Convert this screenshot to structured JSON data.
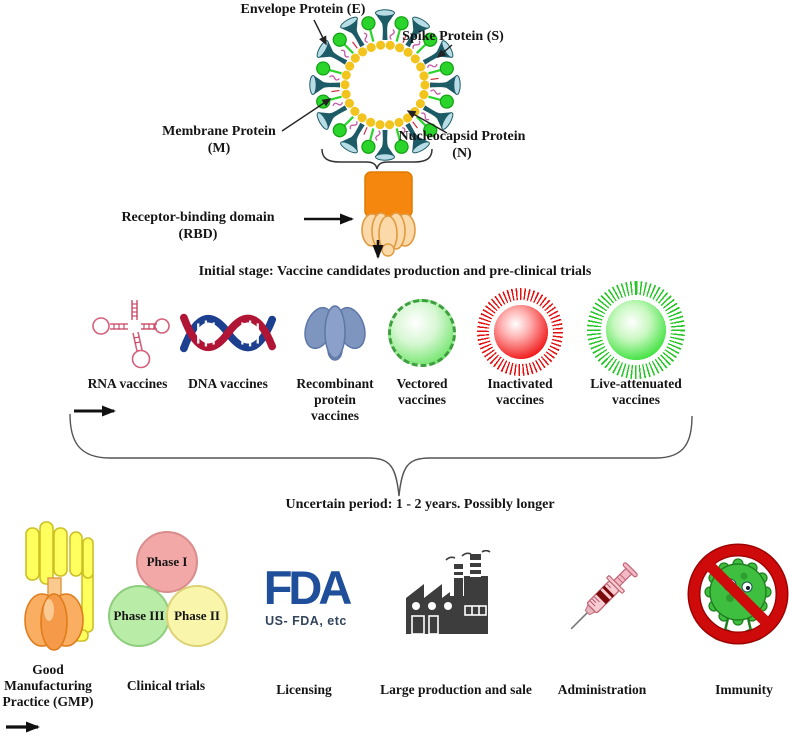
{
  "figure": {
    "virus_labels": {
      "envelope": "Envelope Protein (E)",
      "spike": "Spike Protein (S)",
      "membrane": "Membrane Protein (M)",
      "nucleocapsid": "Nucleocapsid Protein (N)"
    },
    "rbd_label": "Receptor-binding domain (RBD)",
    "initial_stage": "Initial stage: Vaccine candidates production and pre-clinical trials",
    "uncertain_period": "Uncertain period: 1 - 2 years. Possibly longer"
  },
  "vaccines": [
    {
      "label": "RNA vaccines",
      "icon": "rna-cloverleaf-icon"
    },
    {
      "label": "DNA vaccines",
      "icon": "dna-helix-icon"
    },
    {
      "label": "Recombinant protein vaccines",
      "icon": "protein-molecule-icon"
    },
    {
      "label": "Vectored vaccines",
      "icon": "vector-sphere-icon"
    },
    {
      "label": "Inactivated vaccines",
      "icon": "inactivated-virion-icon"
    },
    {
      "label": "Live-attenuated vaccines",
      "icon": "live-virion-icon"
    }
  ],
  "pipeline": {
    "gmp": {
      "label": "Good Manufacturing Practice (GMP)",
      "icon": "bioreactor-icon"
    },
    "clinical": {
      "label": "Clinical trials",
      "phase1": "Phase I",
      "phase2": "Phase II",
      "phase3": "Phase III"
    },
    "licensing": {
      "label": "Licensing",
      "logo": "FDA",
      "sublabel": "US- FDA, etc"
    },
    "production": {
      "label": "Large production and sale",
      "icon": "factory-icon"
    },
    "administration": {
      "label": "Administration",
      "icon": "syringe-icon"
    },
    "immunity": {
      "label": "Immunity",
      "icon": "no-virus-icon"
    }
  },
  "colors": {
    "spike_teal": "#1d5c66",
    "envelope_green": "#2bd42b",
    "membrane_yellow": "#f2c41d",
    "squiggle_pink": "#c65ba8",
    "rbd_orange": "#f5870f",
    "inactivated_red": "#e41010",
    "attenuated_green": "#25c625",
    "phase1_pink": "#f3a8a8",
    "phase2_yellow": "#f9f6ac",
    "phase3_green": "#b9eca6",
    "fda_blue": "#1f4e9a",
    "factory_gray": "#3d3d3d",
    "prohibition_red": "#cf0a0a"
  }
}
